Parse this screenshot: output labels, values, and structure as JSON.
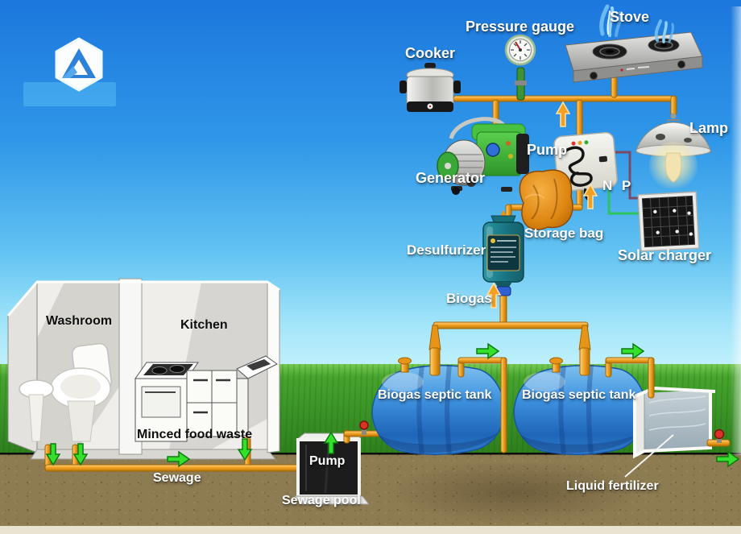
{
  "diagram": {
    "type": "biogas-household-system",
    "labels": {
      "cooker": "Cooker",
      "pressure_gauge": "Pressure gauge",
      "stove": "Stove",
      "lamp": "Lamp",
      "pump_top": "Pump",
      "generator": "Generator",
      "storage_bag": "Storage bag",
      "desulfurizer": "Desulfurizer",
      "solar_charger": "Solar charger",
      "wire_n": "N",
      "wire_p": "P",
      "biogas": "Biogas",
      "septic_tank_1": "Biogas septic tank",
      "septic_tank_2": "Biogas septic tank",
      "liquid_fertilizer": "Liquid fertilizer",
      "sewage": "Sewage",
      "pump_pool": "Pump",
      "sewage_pool": "Sewage pool",
      "washroom": "Washroom",
      "kitchen": "Kitchen",
      "minced_food_waste": "Minced food waste"
    },
    "colors": {
      "pipe_orange": "#ef9c1c",
      "arrow_green": "#35e02c",
      "tank_blue": "#2e7fd2",
      "sky_top": "#1c77dd",
      "sky_bottom": "#c4f2fc",
      "grass_green": "#3a9226",
      "soil_brown": "#8d7b52",
      "wire_negative_green": "#2cc45e",
      "wire_positive_purple": "#7c4a64"
    }
  }
}
